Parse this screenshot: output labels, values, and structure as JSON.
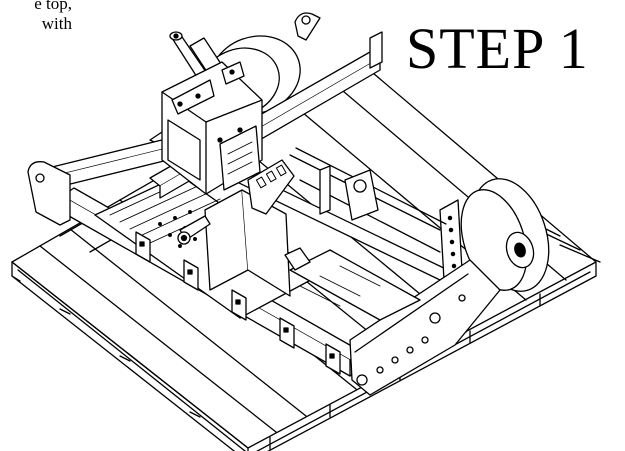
{
  "page": {
    "intro_fragment": [
      "e top,",
      "with"
    ],
    "step_heading": "STEP 1"
  }
}
